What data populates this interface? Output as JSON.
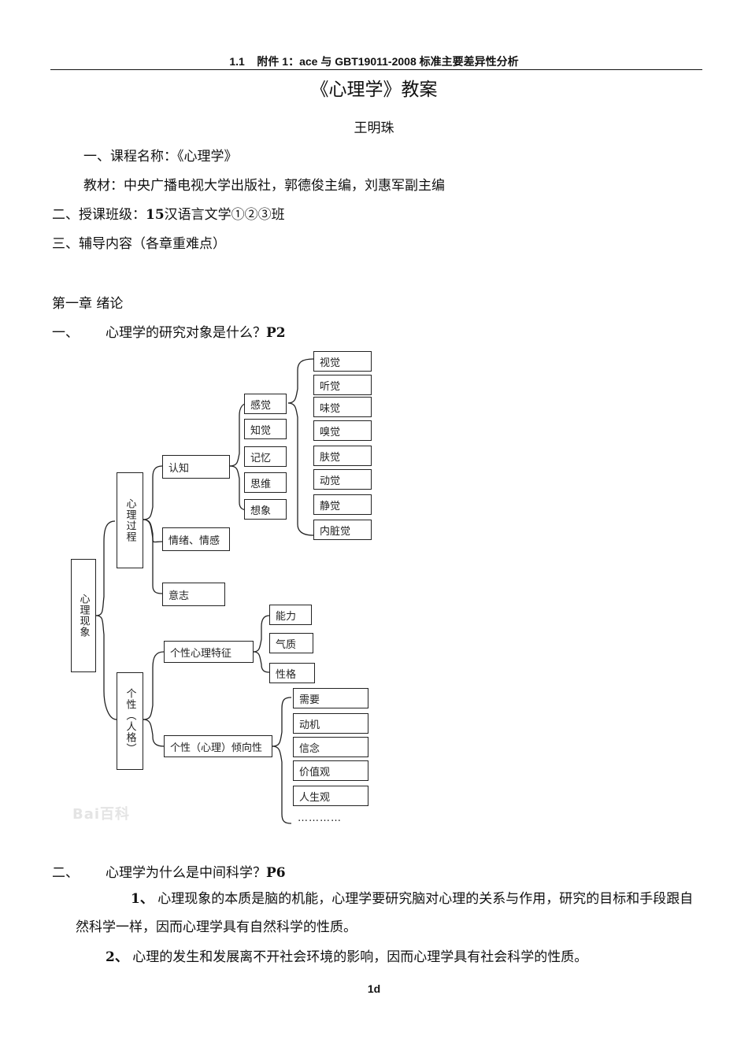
{
  "header": {
    "section": "1.1",
    "text_a": "附件 1：ace 与 ",
    "text_b": "GBT19011-2008",
    "text_c": " 标准主要差异性分析"
  },
  "title": "《心理学》教案",
  "author": "王明珠",
  "lines": {
    "course": "一、课程名称：《心理学》",
    "textbook": "教材：中央广播电视大学出版社，郭德俊主编，刘惠军副主编",
    "class_prefix": "二、授课班级：",
    "class_num": "15",
    "class_suffix": "汉语言文学①②③班",
    "content": "三、辅导内容（各章重难点）",
    "chapter": "第一章  绪论",
    "q1_num": "一、",
    "q1_text": "心理学的研究对象是什么？",
    "q1_page": "P2",
    "q2_num": "二、",
    "q2_text": "心理学为什么是中间科学？",
    "q2_page": "P6"
  },
  "paragraphs": {
    "p1_num": "1、",
    "p1_text": " 心理现象的本质是脑的机能，心理学要研究脑对心理的关系与作用，研究的目标和手段跟自然科学一样，因而心理学具有自然科学的性质。",
    "p2_num": "2、",
    "p2_text": " 心理的发生和发展离不开社会环境的影响，因而心理学具有社会科学的性质。"
  },
  "diagram": {
    "root": "心理现象",
    "process": "心理过程",
    "personality": "个性（人格）",
    "cognition": "认知",
    "emotion": "情绪、情感",
    "will": "意志",
    "trait": "个性心理特征",
    "tendency": "个性（心理）倾向性",
    "cog_items": [
      "感觉",
      "知觉",
      "记忆",
      "思维",
      "想象"
    ],
    "sense_items": [
      "视觉",
      "听觉",
      "味觉",
      "嗅觉",
      "肤觉",
      "动觉",
      "静觉",
      "内脏觉"
    ],
    "trait_items": [
      "能力",
      "气质",
      "性格"
    ],
    "tend_items": [
      "需要",
      "动机",
      "信念",
      "价值观",
      "人生观"
    ],
    "more": "…………",
    "watermark": "Bai百科"
  },
  "footer": "1d"
}
